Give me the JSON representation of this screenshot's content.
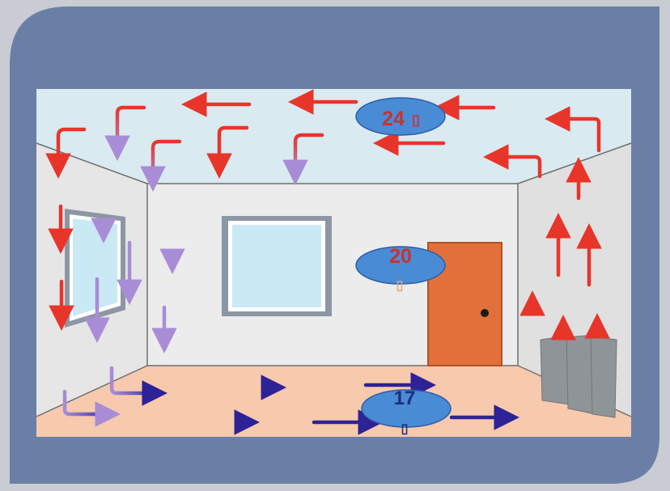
{
  "labels": {
    "ceiling": "24",
    "middle": "20",
    "floor": "17",
    "unit_glyph": "▯"
  },
  "colors": {
    "frame": "#6b7fa6",
    "ceiling": "#d9eaf1",
    "wall_back": "#ebebeb",
    "wall_side": "#e0e0e0",
    "floor": "#f7c9ad",
    "window_glass": "#c9e9f5",
    "window_frame": "#8d96a3",
    "door": "#e2703b",
    "door_outline": "#b45023",
    "radiator": "#8f9499",
    "oval_fill": "#4a8bd6",
    "oval_stroke": "#2d5ea2",
    "warm_text": "#c8332c",
    "cool_text": "#1b2f7a",
    "arrow_warm": "#e8352a",
    "arrow_mid": "#a98cd6",
    "arrow_cool": "#2d2296"
  },
  "icons": {
    "hot_air_arrow": "red-arrow-icon",
    "cooling_air_arrow": "lavender-arrow-icon",
    "cold_air_arrow": "indigo-arrow-icon"
  }
}
